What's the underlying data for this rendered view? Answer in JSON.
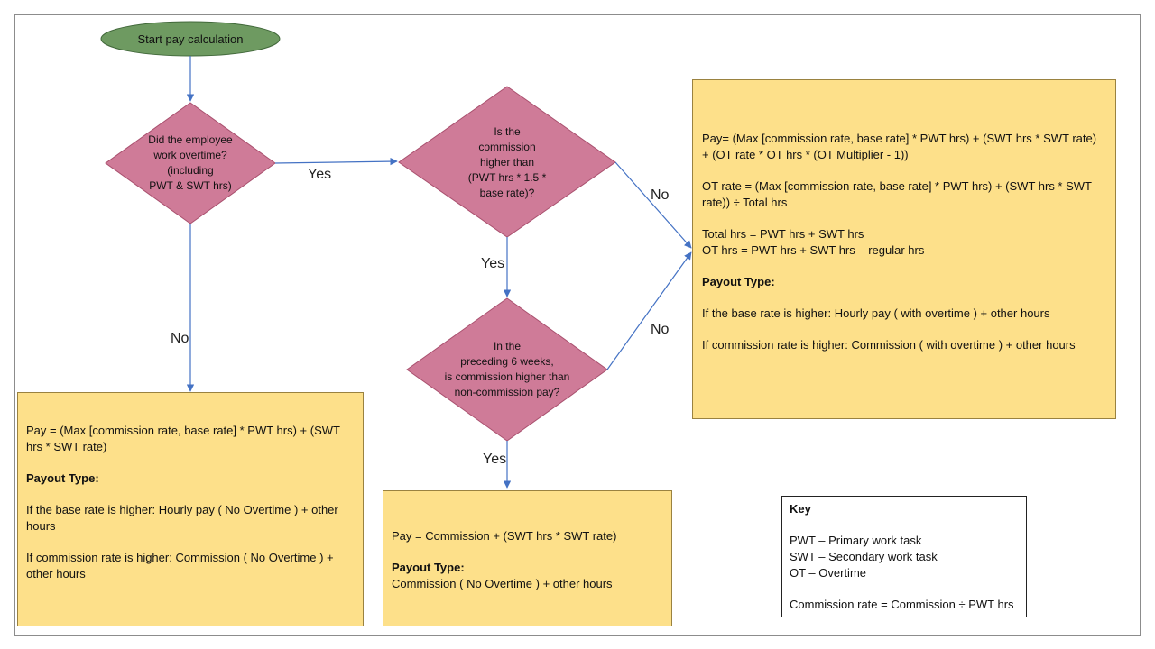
{
  "colors": {
    "start_fill": "#6e9a61",
    "decision_fill": "#cf7b98",
    "decision_stroke": "#a9506e",
    "box_fill": "#fde08a",
    "connector": "#4472c4"
  },
  "start": {
    "label": "Start pay calculation"
  },
  "decisions": {
    "overtime": "Did the employee\nwork overtime?\n(including\nPWT & SWT hrs)",
    "commission_higher": "Is the\ncommission\nhigher than\n(PWT hrs * 1.5 *\nbase rate)?",
    "six_weeks": "In the\npreceding 6 weeks,\nis commission higher than\nnon-commission pay?"
  },
  "edge_labels": {
    "overtime_yes": "Yes",
    "overtime_no": "No",
    "commission_yes": "Yes",
    "commission_no": "No",
    "six_weeks_yes": "Yes",
    "six_weeks_no": "No"
  },
  "boxes": {
    "overtime_formula": {
      "pay": "Pay= (Max [commission rate, base rate] * PWT hrs) + (SWT hrs * SWT rate) + (OT rate * OT hrs * (OT Multiplier - 1))",
      "ot_rate": "OT rate = (Max [commission rate, base rate] * PWT hrs) + (SWT hrs * SWT rate)) ÷ Total hrs",
      "total_hrs": "Total hrs = PWT hrs + SWT hrs",
      "ot_hrs": "OT hrs = PWT hrs + SWT hrs – regular hrs",
      "payout_heading": "Payout Type:",
      "payout_base": "If the base rate is higher: Hourly pay ( with overtime ) + other hours",
      "payout_commission": "If commission rate is higher: Commission ( with overtime ) + other hours"
    },
    "no_overtime": {
      "pay": "Pay = (Max [commission rate, base rate] * PWT hrs) + (SWT hrs * SWT rate)",
      "payout_heading": "Payout Type:",
      "payout_base": "If the base rate is higher: Hourly pay ( No Overtime ) + other hours",
      "payout_commission": "If commission rate is higher: Commission ( No Overtime ) + other hours"
    },
    "commission": {
      "pay": "Pay = Commission + (SWT hrs * SWT rate)",
      "payout_heading": "Payout Type:",
      "payout": "Commission ( No Overtime ) + other hours"
    }
  },
  "key": {
    "title": "Key",
    "pwt": "PWT – Primary work task",
    "swt": "SWT – Secondary work task",
    "ot": "OT – Overtime",
    "commission_rate": "Commission rate = Commission ÷ PWT hrs"
  }
}
